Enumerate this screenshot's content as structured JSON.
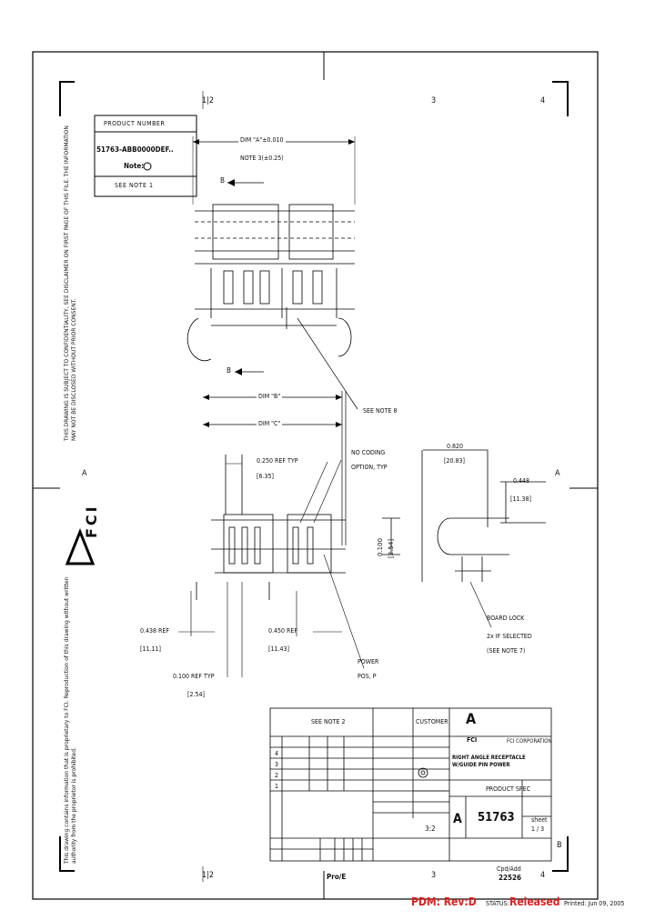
{
  "zones": {
    "top": [
      "1|2",
      "3",
      "4"
    ],
    "bottom": [
      "1|2",
      "3",
      "4"
    ],
    "left_a": "A",
    "right_a": "A",
    "right_b": "B"
  },
  "product_box": {
    "header": "PRODUCT NUMBER",
    "part": "51763-ABB0000DEF..",
    "note": "Note:",
    "see_note": "SEE NOTE 1"
  },
  "dimensions": {
    "dim_a": "DIM \"A\"±0.010",
    "note_line": "NOTE 3(±0.25)",
    "section_b_top": "B",
    "section_b_bottom": "B",
    "see_note_8": "SEE NOTE 8",
    "dim_b": "DIM \"B\"",
    "dim_c": "DIM \"C\"",
    "ref_250": "0.250 REF TYP",
    "ref_250_mm": "[6.35]",
    "coding": "NO CODING",
    "coding2": "OPTION, TYP",
    "dim_820": "0.820",
    "dim_820_mm": "[20.83]",
    "dim_448": "0.448",
    "dim_448_mm": "[11.38]",
    "dim_center": "0.100",
    "dim_center_mm": "[2.54]",
    "ref_438": "0.438 REF",
    "ref_438_mm": "[11.11]",
    "ref_450": "0.450 REF",
    "ref_450_mm": "[11.43]",
    "ref_100": "0.100 REF TYP",
    "ref_100_mm": "[2.54]",
    "power": "POWER",
    "power2": "POS, P",
    "board_lock": "BOARD LOCK",
    "board_lock2": "2x IF SELECTED",
    "board_lock3": "(SEE NOTE 7)"
  },
  "logo_side": {
    "letter": "A",
    "brand": "FCI"
  },
  "title_block": {
    "see_note_2": "SEE NOTE 2",
    "customer": "CUSTOMER",
    "brand_letter": "A",
    "brand": "FCI",
    "company": "FCI CORPORATION",
    "title": "RIGHT ANGLE RECEPTACLE W/GUIDE PIN POWER",
    "doc_type": "PRODUCT SPEC",
    "size": "A",
    "number": "51763",
    "sheet_label": "sheet",
    "sheet": "1 / 3",
    "scale": "3:2",
    "proje": "Pro/E",
    "cpd": "Cpd/Add",
    "cpd_number": "22526",
    "revs": [
      "4",
      "3",
      "2",
      "1"
    ]
  },
  "footer": {
    "pdm": "PDM: Rev:D",
    "status_label": "STATUS:",
    "status": "Released",
    "printed": "Printed: Jun 09, 2005"
  },
  "side_text": {
    "upper": "THIS DRAWING IS SUBJECT TO CONFIDENTIALITY, SEE DISCLAIMER ON FIRST PAGE OF THIS FILE. THE INFORMATION MAY NOT BE DISCLOSED WITHOUT PRIOR CONSENT.",
    "lower": "This drawing contains information that is proprietary to FCI. Reproduction of this drawing without written authority from the proprietor is prohibited."
  }
}
